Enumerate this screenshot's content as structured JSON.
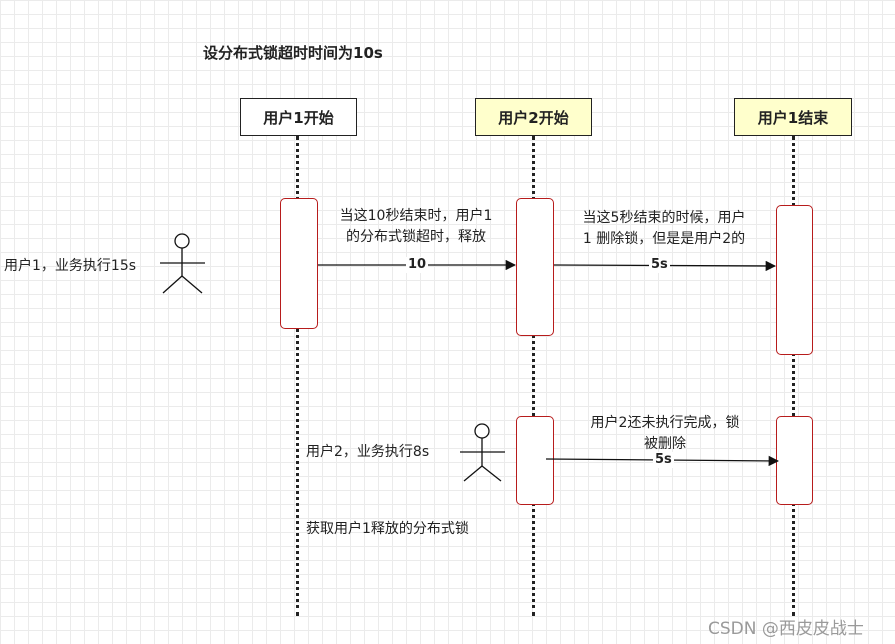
{
  "title": "设分布式锁超时时间为10s",
  "lifelines": [
    {
      "label": "用户1开始",
      "fill": "#ffffff"
    },
    {
      "label": "用户2开始",
      "fill": "#ffffcc"
    },
    {
      "label": "用户1结束",
      "fill": "#ffffcc"
    }
  ],
  "actors": {
    "user1": "用户1，业务执行15s",
    "user2": "用户2，业务执行8s"
  },
  "notes": {
    "note1": [
      "当这10秒结束时，用户1",
      "的分布式锁超时，释放"
    ],
    "note2": [
      "当这5秒结束的时候，用户",
      "1 删除锁，但是是用户2的"
    ],
    "note3": [
      "用户2还未执行完成，锁",
      "被删除"
    ],
    "note4": "获取用户1释放的分布式锁"
  },
  "messages": {
    "m1": "10",
    "m2": "5s",
    "m3": "5s"
  },
  "colors": {
    "activation_border": "#b71c1c",
    "line": "#222222",
    "header_yellow": "#ffffcc"
  },
  "watermark": "CSDN @西皮皮战士"
}
